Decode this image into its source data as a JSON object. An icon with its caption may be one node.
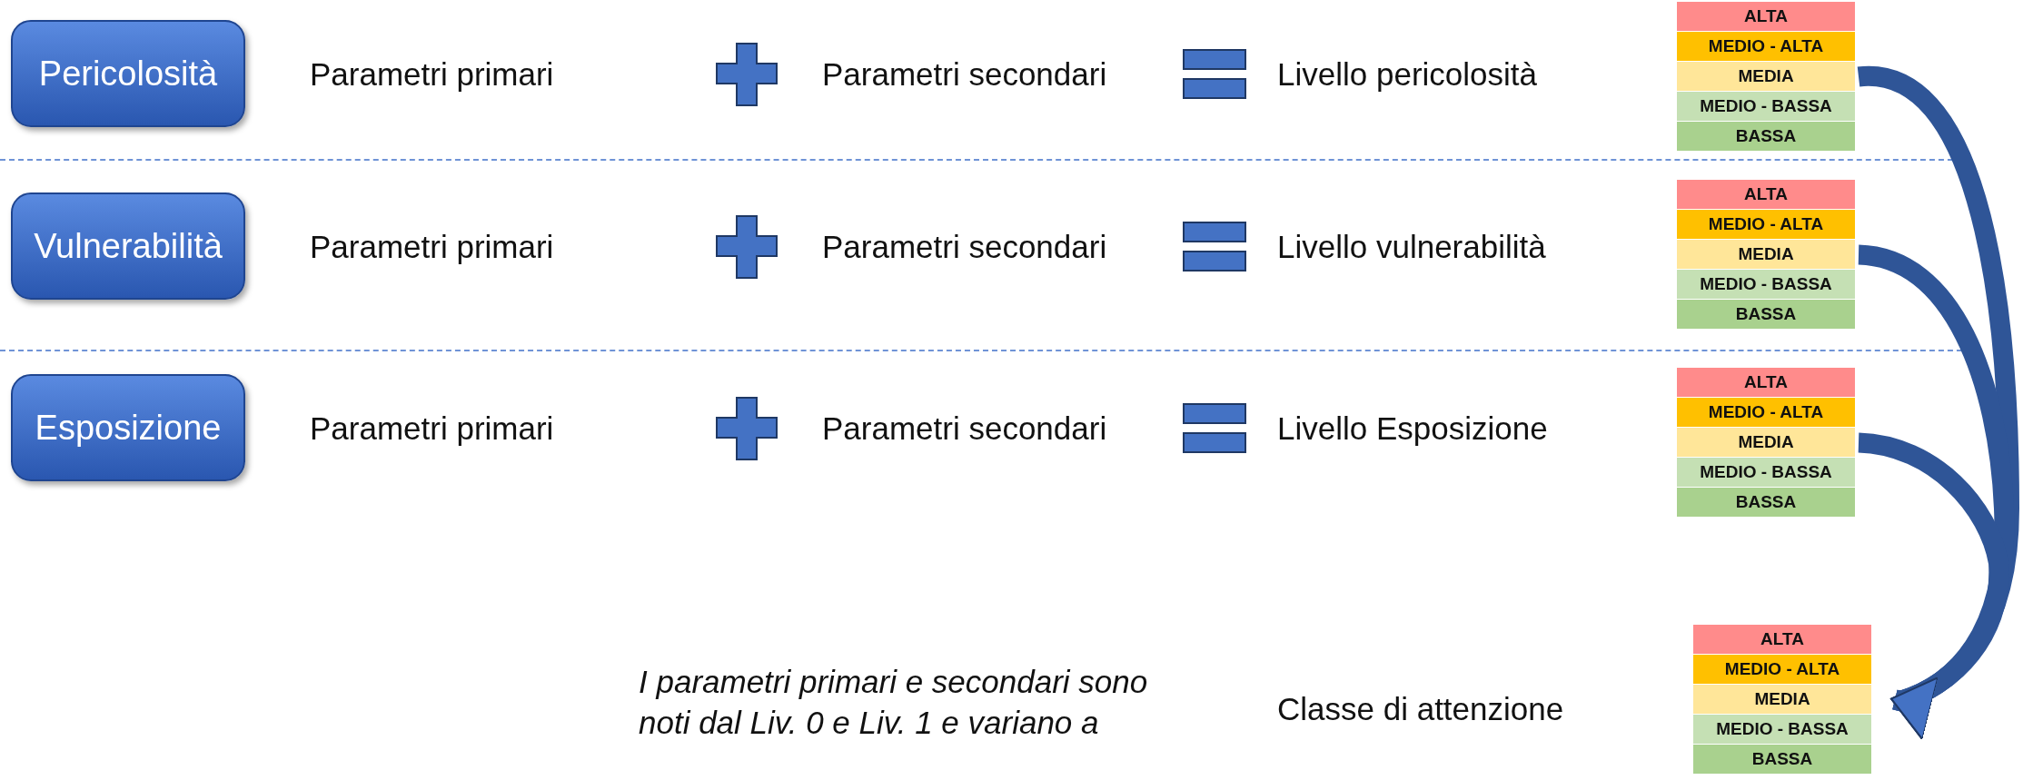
{
  "diagram": {
    "nodes": [
      {
        "text": [
          "Pericolosità"
        ]
      },
      {
        "text": [
          "ALTA",
          "MEDIO - ALTA",
          "MEDIA",
          "MEDIO - BASSA",
          "BASSA"
        ]
      },
      {
        "text": [
          "Vulnerabilità"
        ]
      },
      {
        "text": [
          "ALTA",
          "MEDIO - ALTA",
          "MEDIA",
          "MEDIO - BASSA",
          "BASSA"
        ]
      },
      {
        "text": [
          "Esposizione"
        ]
      },
      {
        "text": [
          "ALTA",
          "MEDIO - ALTA",
          "MEDIA",
          "MEDIO - BASSA",
          "BASSA"
        ]
      },
      {
        "text": [
          "ALTA",
          "MEDIO - ALTA",
          "MEDIA",
          "MEDIO - BASSA",
          "BASSA"
        ]
      }
    ],
    "edges": [
      {
        "from": 1,
        "to": 6,
        "arrow": "to"
      },
      {
        "from": 3,
        "to": 6,
        "arrow": "to"
      },
      {
        "from": 5,
        "to": 6,
        "arrow": "to"
      }
    ],
    "labels": [
      "Parametri primari",
      "Parametri secondari",
      "Livello pericolosità",
      "Parametri primari",
      "Parametri secondari",
      "Livello vulnerabilità",
      "Parametri primari",
      "Parametri secondari",
      "Livello Esposizione",
      "Classe di attenzione",
      "I parametri primari e secondari sono noti dal Liv. 0 e Liv. 1 e variano a"
    ]
  }
}
